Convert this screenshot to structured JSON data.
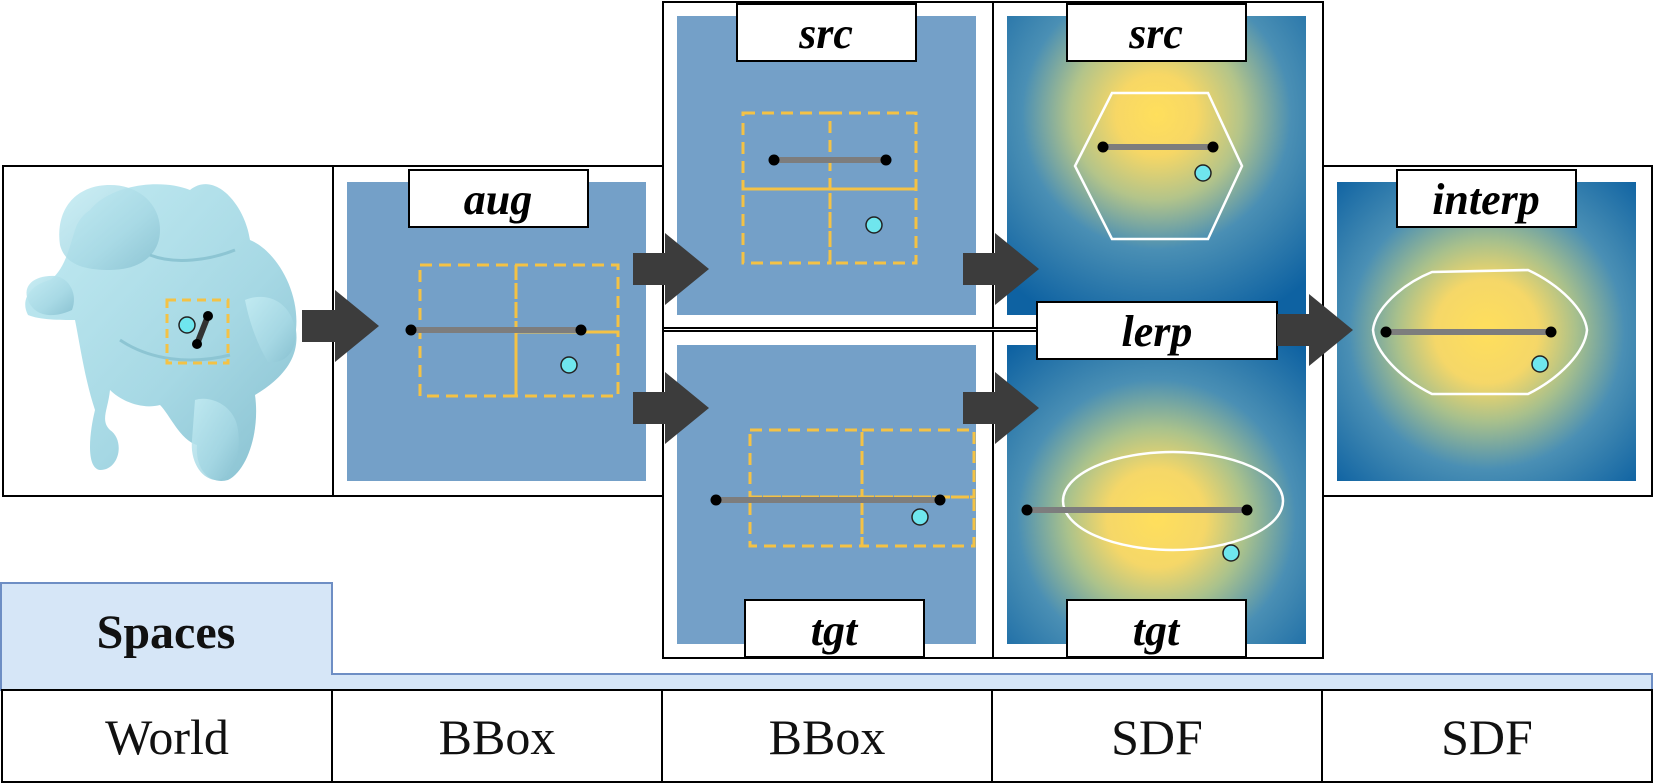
{
  "header_tab": "Spaces",
  "spaces": [
    "World",
    "BBox",
    "BBox",
    "SDF",
    "SDF"
  ],
  "labels": {
    "aug": "aug",
    "src_bbox": "src",
    "tgt_bbox": "tgt",
    "src_sdf": "src",
    "tgt_sdf": "tgt",
    "lerp": "lerp",
    "interp": "interp"
  },
  "colors": {
    "bbox_fill": "#74a0c8",
    "sdf_edge": "#1a6aa6",
    "sdf_core": "#ffdc5a",
    "dashed_box": "#f4c245",
    "point": "#6fe6ee",
    "arrow": "#3c3c3c",
    "tab_fill": "#d6e6f7",
    "tab_stroke": "#6e8ec4",
    "model": "#a9dbe6"
  }
}
